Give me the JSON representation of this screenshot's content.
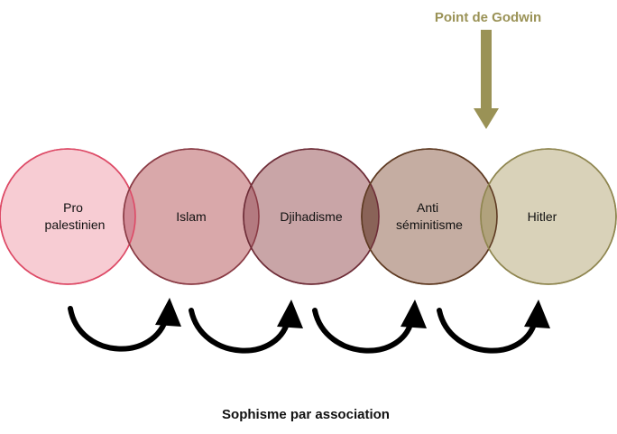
{
  "godwin": {
    "label": "Point de Godwin",
    "color": "#9a9256"
  },
  "circles": [
    {
      "lines": [
        "Pro",
        "palestinien"
      ],
      "fill": "#f7ccd3",
      "stroke": "#dd4a66"
    },
    {
      "lines": [
        "Islam"
      ],
      "fill": "#d9a8aa",
      "stroke": "#8a3b45"
    },
    {
      "lines": [
        "Djihadisme"
      ],
      "fill": "#c9a5a7",
      "stroke": "#6e2d38"
    },
    {
      "lines": [
        "Anti",
        "séminitisme"
      ],
      "fill": "#c5ada2",
      "stroke": "#5e3a22"
    },
    {
      "lines": [
        "Hitler"
      ],
      "fill": "#d9d2b9",
      "stroke": "#8f8650"
    }
  ],
  "overlaps": [
    "#d18a96",
    "#b47a80",
    "#8a6358",
    "#b1a27d"
  ],
  "caption": "Sophisme par association"
}
